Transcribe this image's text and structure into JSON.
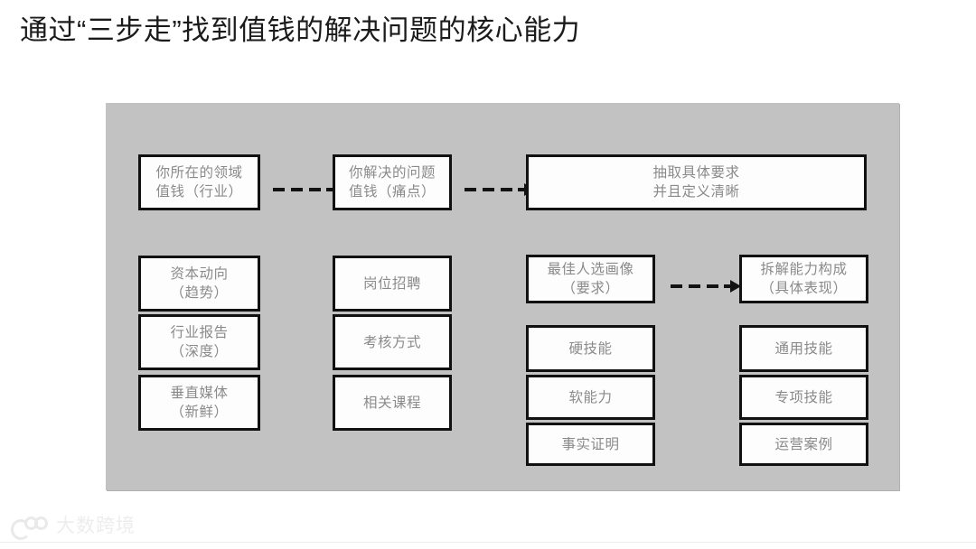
{
  "title": "通过“三步走”找到值钱的解决问题的核心能力",
  "colors": {
    "panel_bg": "#c2c2c2",
    "box_bg": "#fdfdfd",
    "box_border": "#111111",
    "box_text": "#8a8a8a",
    "title_text": "#1b1b1b",
    "arrow": "#121212",
    "watermark": "#ececec"
  },
  "diagram": {
    "top_row": {
      "boxes": [
        {
          "id": "domain-valuable",
          "line1": "你所在的领域",
          "line2": "值钱（行业）",
          "text": "你所在的领域\n值钱（行业）"
        },
        {
          "id": "problem-valuable",
          "line1": "你解决的问题",
          "line2": "值钱（痛点）",
          "text": "你解决的问题\n值钱（痛点）"
        },
        {
          "id": "extract-requirements",
          "line1": "抽取具体要求",
          "line2": "并且定义清晰",
          "text": "抽取具体要求\n并且定义清晰"
        }
      ],
      "arrows": [
        {
          "id": "arrow-1",
          "from": "domain-valuable",
          "to": "problem-valuable",
          "style": "dashed",
          "dashes": 3
        },
        {
          "id": "arrow-2",
          "from": "problem-valuable",
          "to": "extract-requirements",
          "style": "dashed",
          "dashes": 3
        }
      ]
    },
    "columns": [
      {
        "id": "column-industry-sources",
        "items": [
          {
            "id": "capital-trend",
            "text": "资本动向\n（趋势）"
          },
          {
            "id": "industry-report",
            "text": "行业报告\n（深度）"
          },
          {
            "id": "vertical-media",
            "text": "垂直媒体\n（新鲜）"
          }
        ]
      },
      {
        "id": "column-job-sources",
        "items": [
          {
            "id": "job-recruitment",
            "text": "岗位招聘"
          },
          {
            "id": "assessment-method",
            "text": "考核方式"
          },
          {
            "id": "related-courses",
            "text": "相关课程"
          }
        ]
      },
      {
        "id": "column-hard-soft",
        "header": {
          "id": "best-candidate-profile",
          "text": "最佳人选画像\n（要求）"
        },
        "items": [
          {
            "id": "hard-skill",
            "text": "硬技能"
          },
          {
            "id": "soft-ability",
            "text": "软能力"
          },
          {
            "id": "fact-proof",
            "text": "事实证明"
          }
        ]
      },
      {
        "id": "column-capability-breakdown",
        "header": {
          "id": "decompose-capability",
          "text": "拆解能力构成\n（具体表现）"
        },
        "items": [
          {
            "id": "general-skill",
            "text": "通用技能"
          },
          {
            "id": "specialized-skill",
            "text": "专项技能"
          },
          {
            "id": "operation-case",
            "text": "运营案例"
          }
        ]
      }
    ],
    "second_row_arrow": {
      "id": "arrow-3",
      "from": "best-candidate-profile",
      "to": "decompose-capability",
      "style": "dashed",
      "dashes": 3
    }
  },
  "watermark": {
    "text": "大数跨境",
    "icon": "three-circles-logo"
  }
}
